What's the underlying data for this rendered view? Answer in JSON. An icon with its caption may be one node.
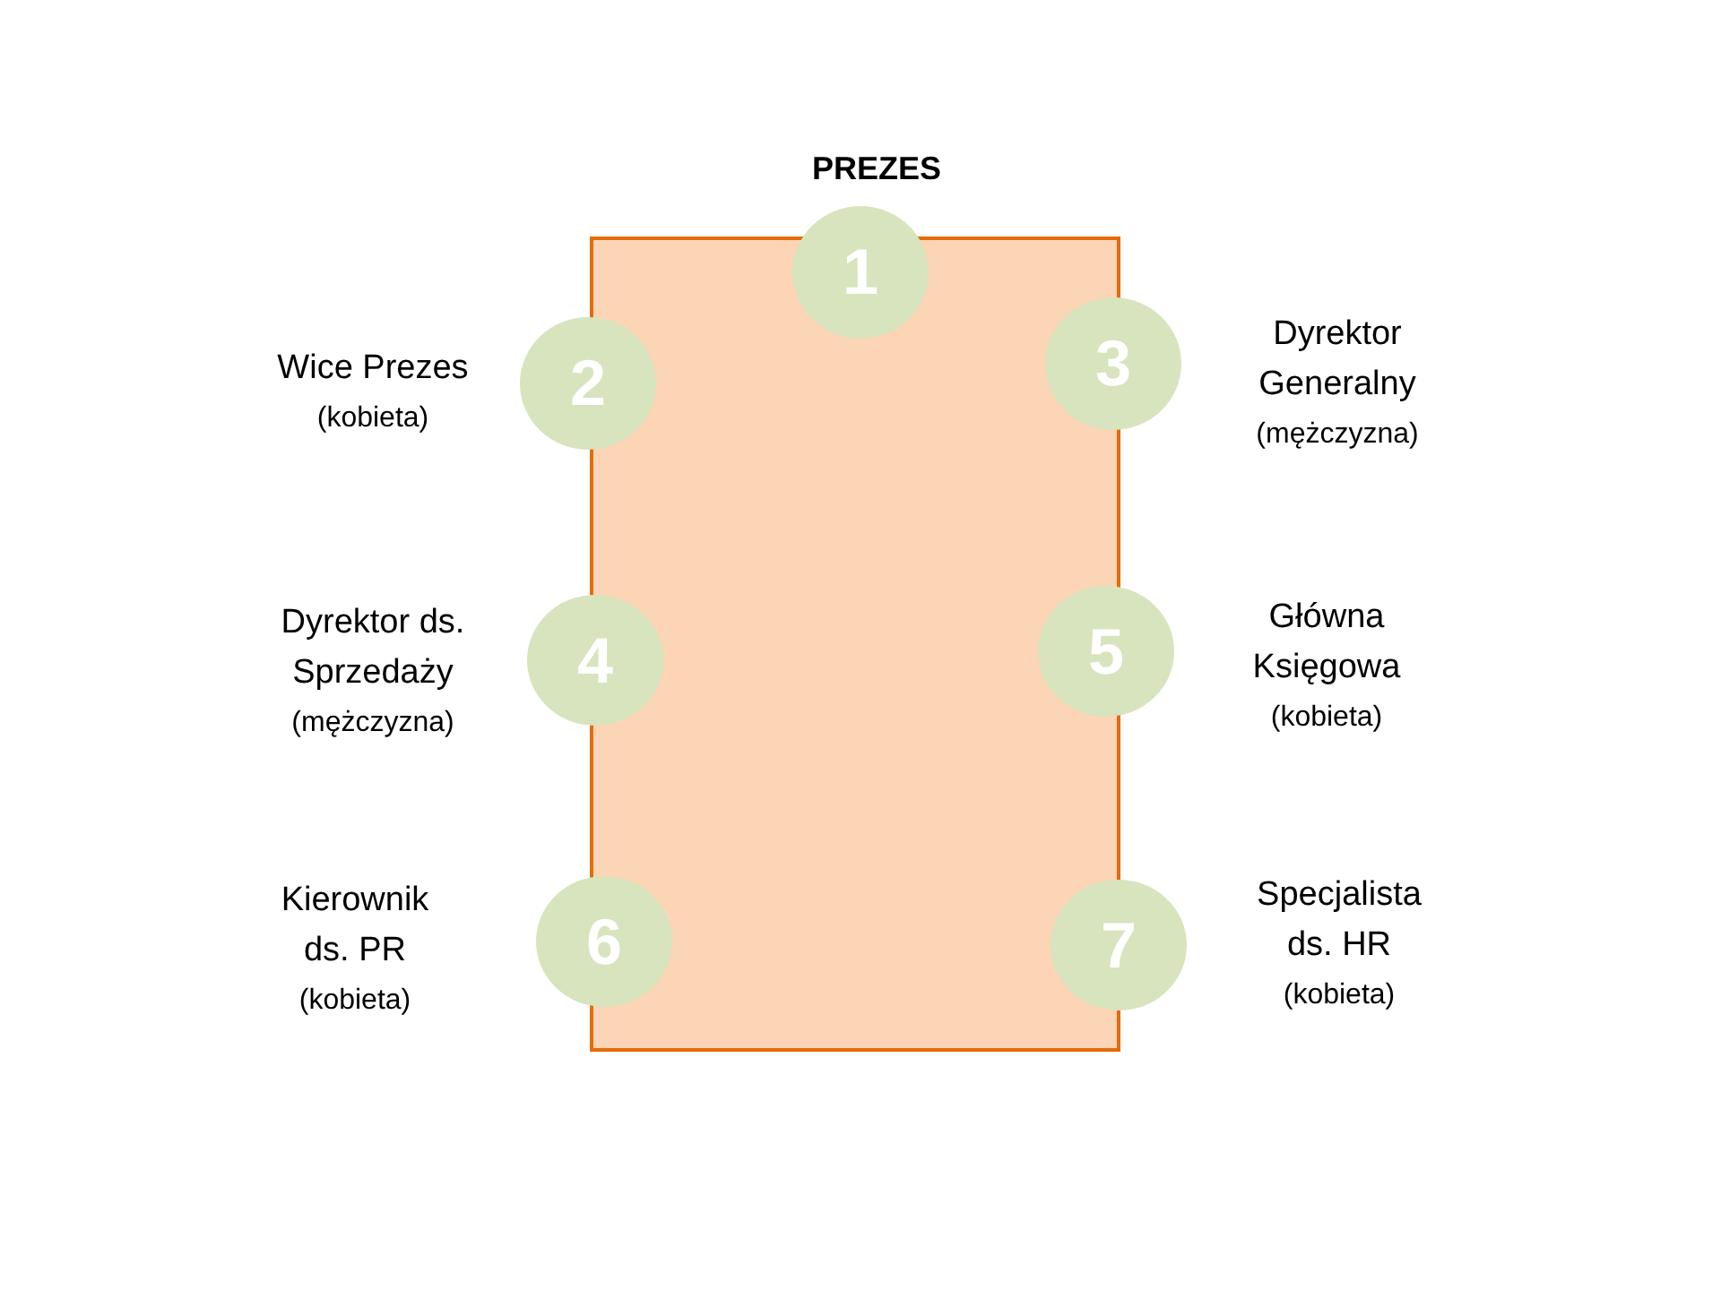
{
  "diagram": {
    "nodes": [
      {
        "text": [],
        "shape": "box"
      },
      {
        "text": [
          "1"
        ],
        "beside": [
          "PREZES"
        ]
      },
      {
        "text": [
          "2"
        ],
        "beside": [
          "Wice Prezes",
          "(kobieta)"
        ]
      },
      {
        "text": [
          "3"
        ],
        "beside": [
          "Dyrektor Generalny",
          "(mężczyzna)"
        ]
      },
      {
        "text": [
          "4"
        ],
        "beside": [
          "Dyrektor ds. Sprzedaży",
          "(mężczyzna)"
        ]
      },
      {
        "text": [
          "5"
        ],
        "beside": [
          "Główna Księgowa",
          "(kobieta)"
        ]
      },
      {
        "text": [
          "6"
        ],
        "beside": [
          "Kierownik ds. PR",
          "(kobieta)"
        ]
      },
      {
        "text": [
          "7"
        ],
        "beside": [
          "Specjalista ds. HR",
          "(kobieta)"
        ]
      }
    ]
  }
}
